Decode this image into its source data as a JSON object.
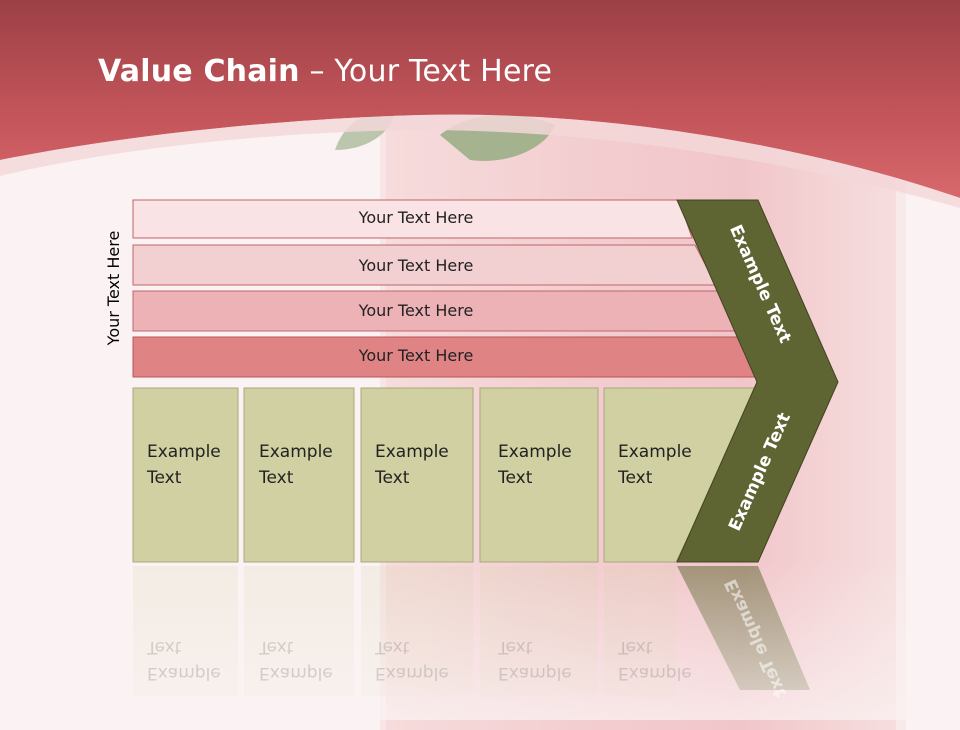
{
  "slide": {
    "title_bold": "Value Chain",
    "title_rest": " – Your Text Here",
    "side_label": "Your Text Here"
  },
  "rows": [
    {
      "label": "Your Text Here"
    },
    {
      "label": "Your Text Here"
    },
    {
      "label": "Your Text Here"
    },
    {
      "label": "Your Text Here"
    }
  ],
  "boxes": [
    {
      "line1": "Example",
      "line2": "Text"
    },
    {
      "line1": "Example",
      "line2": "Text"
    },
    {
      "line1": "Example",
      "line2": "Text"
    },
    {
      "line1": "Example",
      "line2": "Text"
    },
    {
      "line1": "Example",
      "line2": "Text"
    }
  ],
  "chevron": {
    "upper_label": "Example Text",
    "lower_label": "Example Text"
  },
  "colors": {
    "header": "#c85a5e",
    "row1": "#f9e3e4",
    "row2": "#f2cfd0",
    "row3": "#ecb2b6",
    "row4": "#e08385",
    "box": "#d0d0a3",
    "chevron": "#5e6532"
  }
}
